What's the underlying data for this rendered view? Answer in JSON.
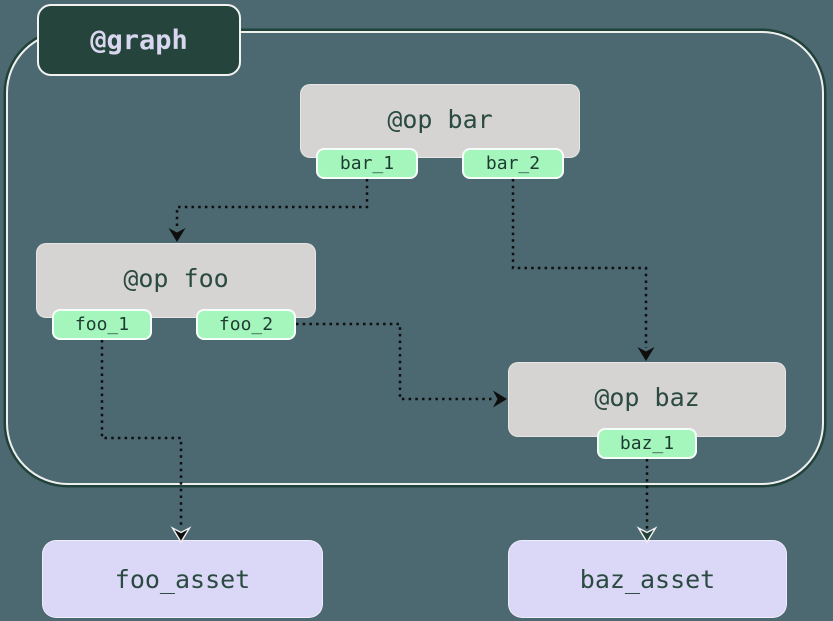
{
  "diagram": {
    "graph_label": "@graph",
    "ops": [
      {
        "id": "bar",
        "label": "@op bar",
        "outputs": [
          "bar_1",
          "bar_2"
        ]
      },
      {
        "id": "foo",
        "label": "@op foo",
        "outputs": [
          "foo_1",
          "foo_2"
        ]
      },
      {
        "id": "baz",
        "label": "@op baz",
        "outputs": [
          "baz_1"
        ]
      }
    ],
    "assets": [
      {
        "id": "foo_asset",
        "label": "foo_asset"
      },
      {
        "id": "baz_asset",
        "label": "baz_asset"
      }
    ],
    "edges": [
      {
        "from": "bar_1",
        "to": "@op foo"
      },
      {
        "from": "bar_2",
        "to": "@op baz"
      },
      {
        "from": "foo_2",
        "to": "@op baz"
      },
      {
        "from": "foo_1",
        "to": "foo_asset"
      },
      {
        "from": "baz_1",
        "to": "baz_asset"
      }
    ],
    "colors": {
      "background": "#4c6870",
      "cluster_border_dark": "#21423a",
      "cluster_border_light": "#eef0ee",
      "badge_fill": "#24443c",
      "badge_text": "#d9d7ef",
      "op_fill": "#d6d4d2",
      "op_text": "#2a4a42",
      "output_tag_fill": "#a5f6bc",
      "asset_fill": "#dbd7f6",
      "edge": "#0e0e0e",
      "arrowhead_inner": "#0e0e0e",
      "arrowhead_asset": "#21423a",
      "arrowhead_outline": "#f2f2f2"
    }
  }
}
